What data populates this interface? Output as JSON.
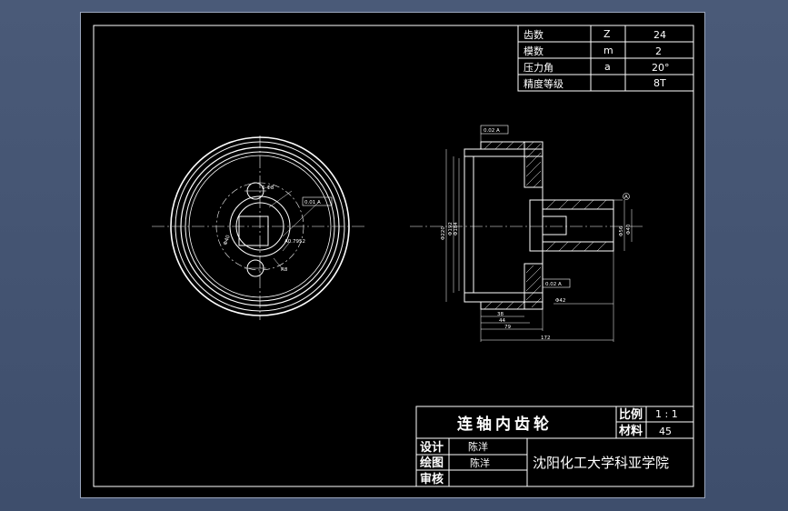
{
  "gear_table": {
    "rows": [
      {
        "name": "齿数",
        "symbol": "Z",
        "value": "24"
      },
      {
        "name": "模数",
        "symbol": "m",
        "value": "2"
      },
      {
        "name": "压力角",
        "symbol": "a",
        "value": "20°"
      },
      {
        "name": "精度等级",
        "symbol": "",
        "value": "8T"
      }
    ]
  },
  "title_block": {
    "part_name": "连轴内齿轮",
    "scale_label": "比例",
    "scale_value": "1 : 1",
    "material_label": "材料",
    "material_value": "45",
    "design_label": "设计",
    "designer": "陈洋",
    "draw_label": "绘图",
    "drawer": "陈洋",
    "review_label": "审核",
    "school": "沈阳化工大学科亚学院"
  },
  "front_view": {
    "tol_label": "0.01 A",
    "dim_small_hole": "6-Φ8",
    "dim_keyway": "A0.7952",
    "dim_circle": "Φ40",
    "dim_r": "R8"
  },
  "side_view": {
    "tol_top": "0.02 A",
    "tol_bottom": "0.02 A",
    "datum": "A",
    "dim_d220": "Φ220",
    "dim_d192": "Φ192",
    "dim_d184": "Φ184",
    "dim_d56": "Φ56",
    "dim_d40": "Φ40",
    "dim_d42": "Φ42",
    "dim_38": "38",
    "dim_44": "44",
    "dim_79": "79",
    "dim_172": "172"
  }
}
